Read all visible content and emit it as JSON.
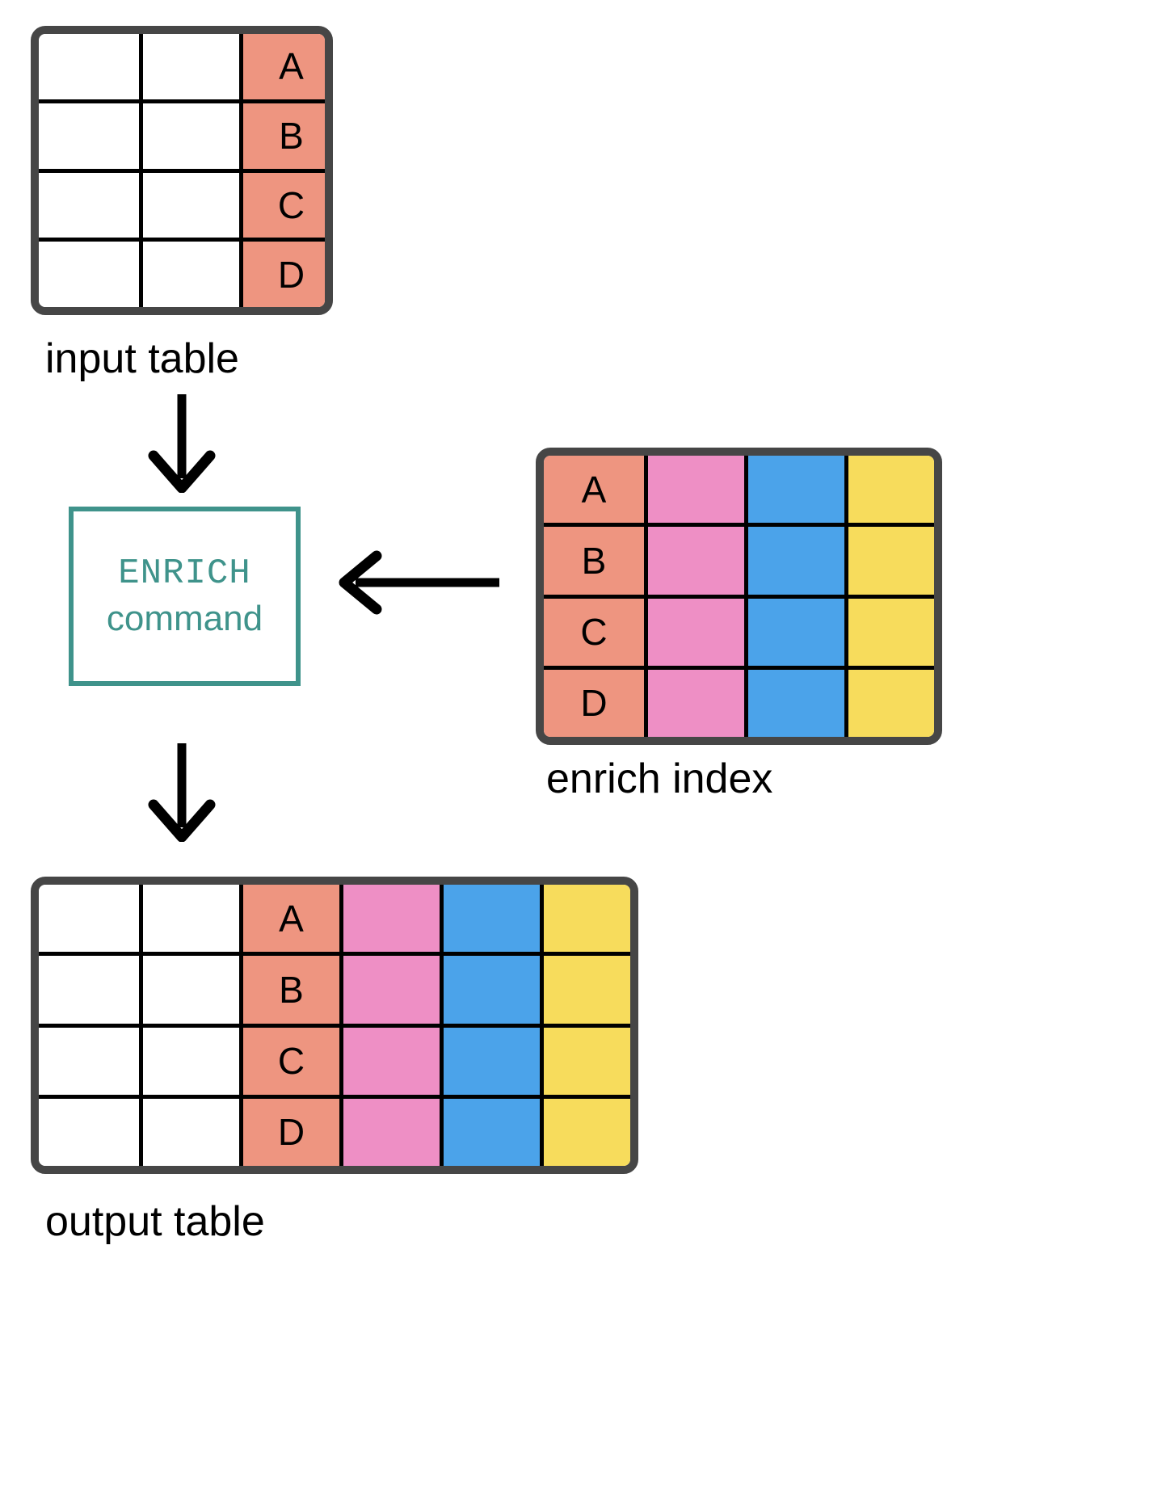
{
  "palette": {
    "frame": "#464646",
    "gridline": "#000000",
    "white": "#ffffff",
    "salmon": "#ee9580",
    "pink": "#ee8fc5",
    "blue": "#4ba3ea",
    "yellow": "#f7dc5c",
    "teal": "#3f938b",
    "arrow": "#000000"
  },
  "input_table": {
    "caption": "input table",
    "columns": 3,
    "rows": [
      {
        "cells": [
          {
            "text": "",
            "color": "white"
          },
          {
            "text": "",
            "color": "white"
          },
          {
            "text": "A",
            "color": "salmon"
          }
        ]
      },
      {
        "cells": [
          {
            "text": "",
            "color": "white"
          },
          {
            "text": "",
            "color": "white"
          },
          {
            "text": "B",
            "color": "salmon"
          }
        ]
      },
      {
        "cells": [
          {
            "text": "",
            "color": "white"
          },
          {
            "text": "",
            "color": "white"
          },
          {
            "text": "C",
            "color": "salmon"
          }
        ]
      },
      {
        "cells": [
          {
            "text": "",
            "color": "white"
          },
          {
            "text": "",
            "color": "white"
          },
          {
            "text": "D",
            "color": "salmon"
          }
        ]
      }
    ]
  },
  "enrich_index": {
    "caption": "enrich index",
    "columns": 4,
    "rows": [
      {
        "cells": [
          {
            "text": "A",
            "color": "salmon"
          },
          {
            "text": "",
            "color": "pink"
          },
          {
            "text": "",
            "color": "blue"
          },
          {
            "text": "",
            "color": "yellow"
          }
        ]
      },
      {
        "cells": [
          {
            "text": "B",
            "color": "salmon"
          },
          {
            "text": "",
            "color": "pink"
          },
          {
            "text": "",
            "color": "blue"
          },
          {
            "text": "",
            "color": "yellow"
          }
        ]
      },
      {
        "cells": [
          {
            "text": "C",
            "color": "salmon"
          },
          {
            "text": "",
            "color": "pink"
          },
          {
            "text": "",
            "color": "blue"
          },
          {
            "text": "",
            "color": "yellow"
          }
        ]
      },
      {
        "cells": [
          {
            "text": "D",
            "color": "salmon"
          },
          {
            "text": "",
            "color": "pink"
          },
          {
            "text": "",
            "color": "blue"
          },
          {
            "text": "",
            "color": "yellow"
          }
        ]
      }
    ]
  },
  "output_table": {
    "caption": "output table",
    "columns": 6,
    "rows": [
      {
        "cells": [
          {
            "text": "",
            "color": "white"
          },
          {
            "text": "",
            "color": "white"
          },
          {
            "text": "A",
            "color": "salmon"
          },
          {
            "text": "",
            "color": "pink"
          },
          {
            "text": "",
            "color": "blue"
          },
          {
            "text": "",
            "color": "yellow"
          }
        ]
      },
      {
        "cells": [
          {
            "text": "",
            "color": "white"
          },
          {
            "text": "",
            "color": "white"
          },
          {
            "text": "B",
            "color": "salmon"
          },
          {
            "text": "",
            "color": "pink"
          },
          {
            "text": "",
            "color": "blue"
          },
          {
            "text": "",
            "color": "yellow"
          }
        ]
      },
      {
        "cells": [
          {
            "text": "",
            "color": "white"
          },
          {
            "text": "",
            "color": "white"
          },
          {
            "text": "C",
            "color": "salmon"
          },
          {
            "text": "",
            "color": "pink"
          },
          {
            "text": "",
            "color": "blue"
          },
          {
            "text": "",
            "color": "yellow"
          }
        ]
      },
      {
        "cells": [
          {
            "text": "",
            "color": "white"
          },
          {
            "text": "",
            "color": "white"
          },
          {
            "text": "D",
            "color": "salmon"
          },
          {
            "text": "",
            "color": "pink"
          },
          {
            "text": "",
            "color": "blue"
          },
          {
            "text": "",
            "color": "yellow"
          }
        ]
      }
    ]
  },
  "command_box": {
    "line1": "ENRICH",
    "line2": "command"
  },
  "arrows": [
    {
      "name": "arrow-input-to-command",
      "direction": "down"
    },
    {
      "name": "arrow-command-to-output",
      "direction": "down"
    },
    {
      "name": "arrow-index-to-command",
      "direction": "left"
    }
  ]
}
